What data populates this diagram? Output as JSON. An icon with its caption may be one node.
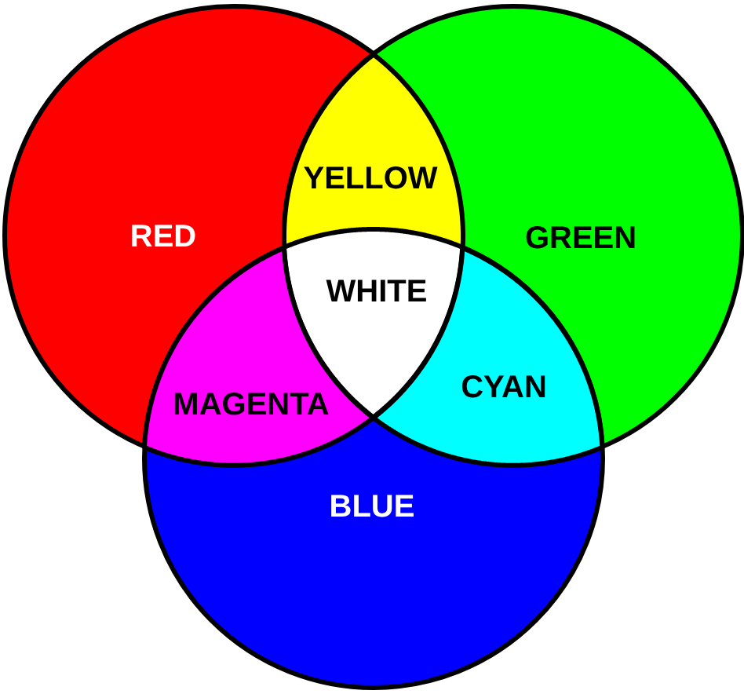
{
  "diagram": {
    "nodes": [
      {
        "text": [
          "RED"
        ]
      },
      {
        "text": [
          "YELLOW"
        ]
      },
      {
        "text": [
          "GREEN"
        ]
      },
      {
        "text": [
          "WHITE"
        ]
      },
      {
        "text": [
          "MAGENTA"
        ]
      },
      {
        "text": [
          "CYAN"
        ]
      },
      {
        "text": [
          "BLUE"
        ]
      }
    ]
  }
}
